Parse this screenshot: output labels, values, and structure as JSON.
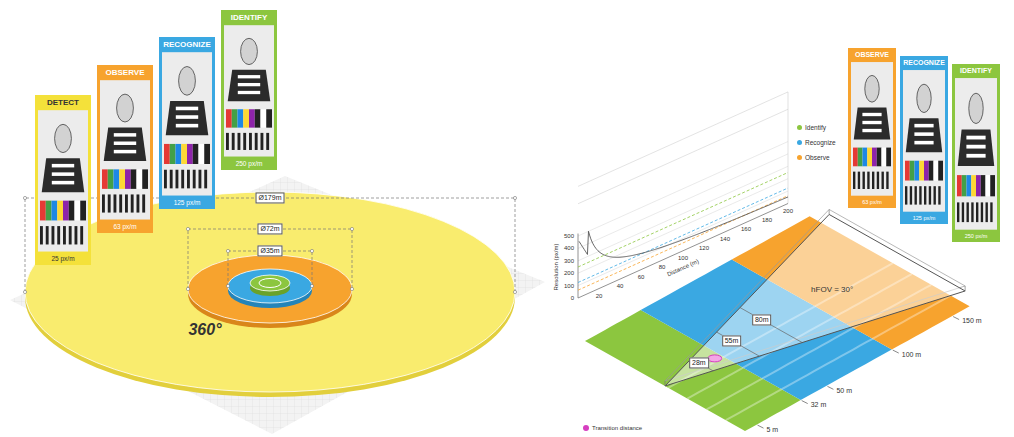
{
  "diagram": {
    "nodes": [
      {
        "text": [
          "DETECT",
          "25 px/m"
        ]
      },
      {
        "text": [
          "OBSERVE",
          "63 px/m"
        ]
      },
      {
        "text": [
          "RECOGNIZE",
          "125 px/m"
        ]
      },
      {
        "text": [
          "IDENTIFY",
          "250 px/m"
        ]
      },
      {
        "text": [
          "Ø179m"
        ]
      },
      {
        "text": [
          "Ø72m"
        ]
      },
      {
        "text": [
          "Ø35m"
        ]
      },
      {
        "text": [
          "OBSERVE",
          "63 px/m"
        ]
      },
      {
        "text": [
          "RECOGNIZE",
          "125 px/m"
        ]
      },
      {
        "text": [
          "IDENTIFY",
          "250 px/m"
        ]
      },
      {
        "text": [
          "80m"
        ]
      },
      {
        "text": [
          "55m"
        ]
      },
      {
        "text": [
          "28m"
        ]
      }
    ],
    "labels": [
      "360°",
      "Resolution (px/m)",
      "500",
      "400",
      "300",
      "200",
      "100",
      "0",
      "Distance (m)",
      "20",
      "40",
      "60",
      "80",
      "100",
      "120",
      "140",
      "160",
      "180",
      "200",
      "hFOV = 30°",
      "150 m",
      "100 m",
      "50 m",
      "32 m",
      "5 m",
      "Transition distance"
    ],
    "legend": [
      {
        "text": "Identify",
        "color": "#8cc63f"
      },
      {
        "text": "Recognize",
        "color": "#3aa8e2"
      },
      {
        "text": "Observe",
        "color": "#f7a32e"
      }
    ]
  }
}
